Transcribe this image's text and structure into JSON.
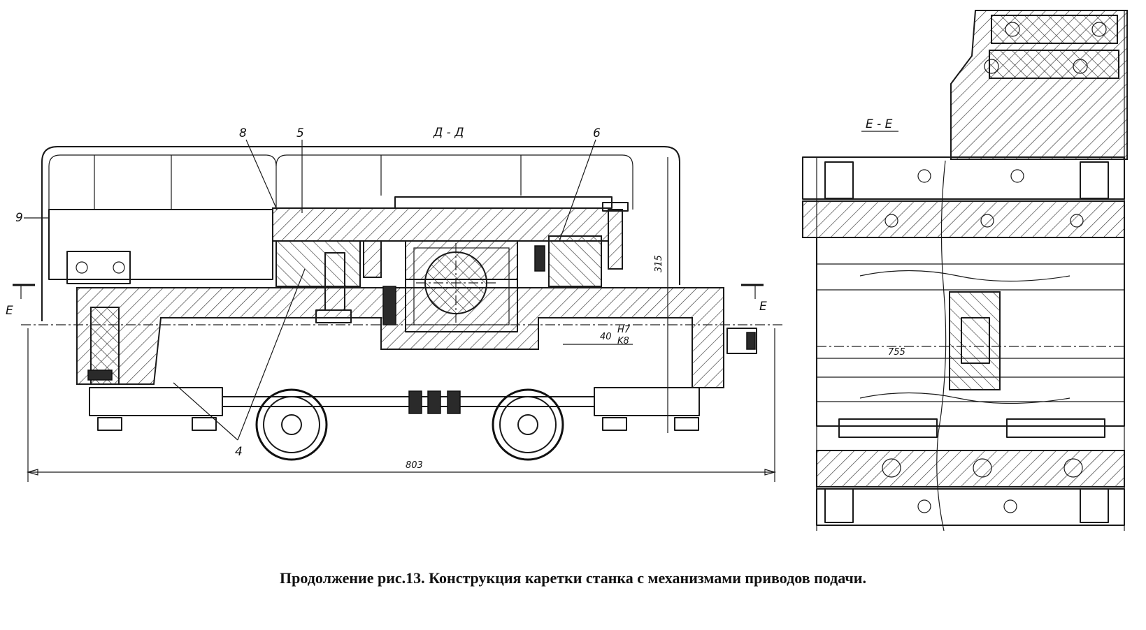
{
  "drawing": {
    "section_dd": {
      "title": "Д - Д",
      "callouts": [
        "8",
        "5",
        "6",
        "9",
        "4"
      ],
      "section_marks": [
        "E",
        "E"
      ],
      "dim_overall_width": "803",
      "dim_height": "315",
      "fit_dim": "40",
      "fit_upper": "H7",
      "fit_lower": "K8"
    },
    "section_ee": {
      "title": "E - E",
      "dim_width": "755"
    }
  },
  "caption": "Продолжение рис.13. Конструкция каретки станка с механизмами приводов подачи."
}
